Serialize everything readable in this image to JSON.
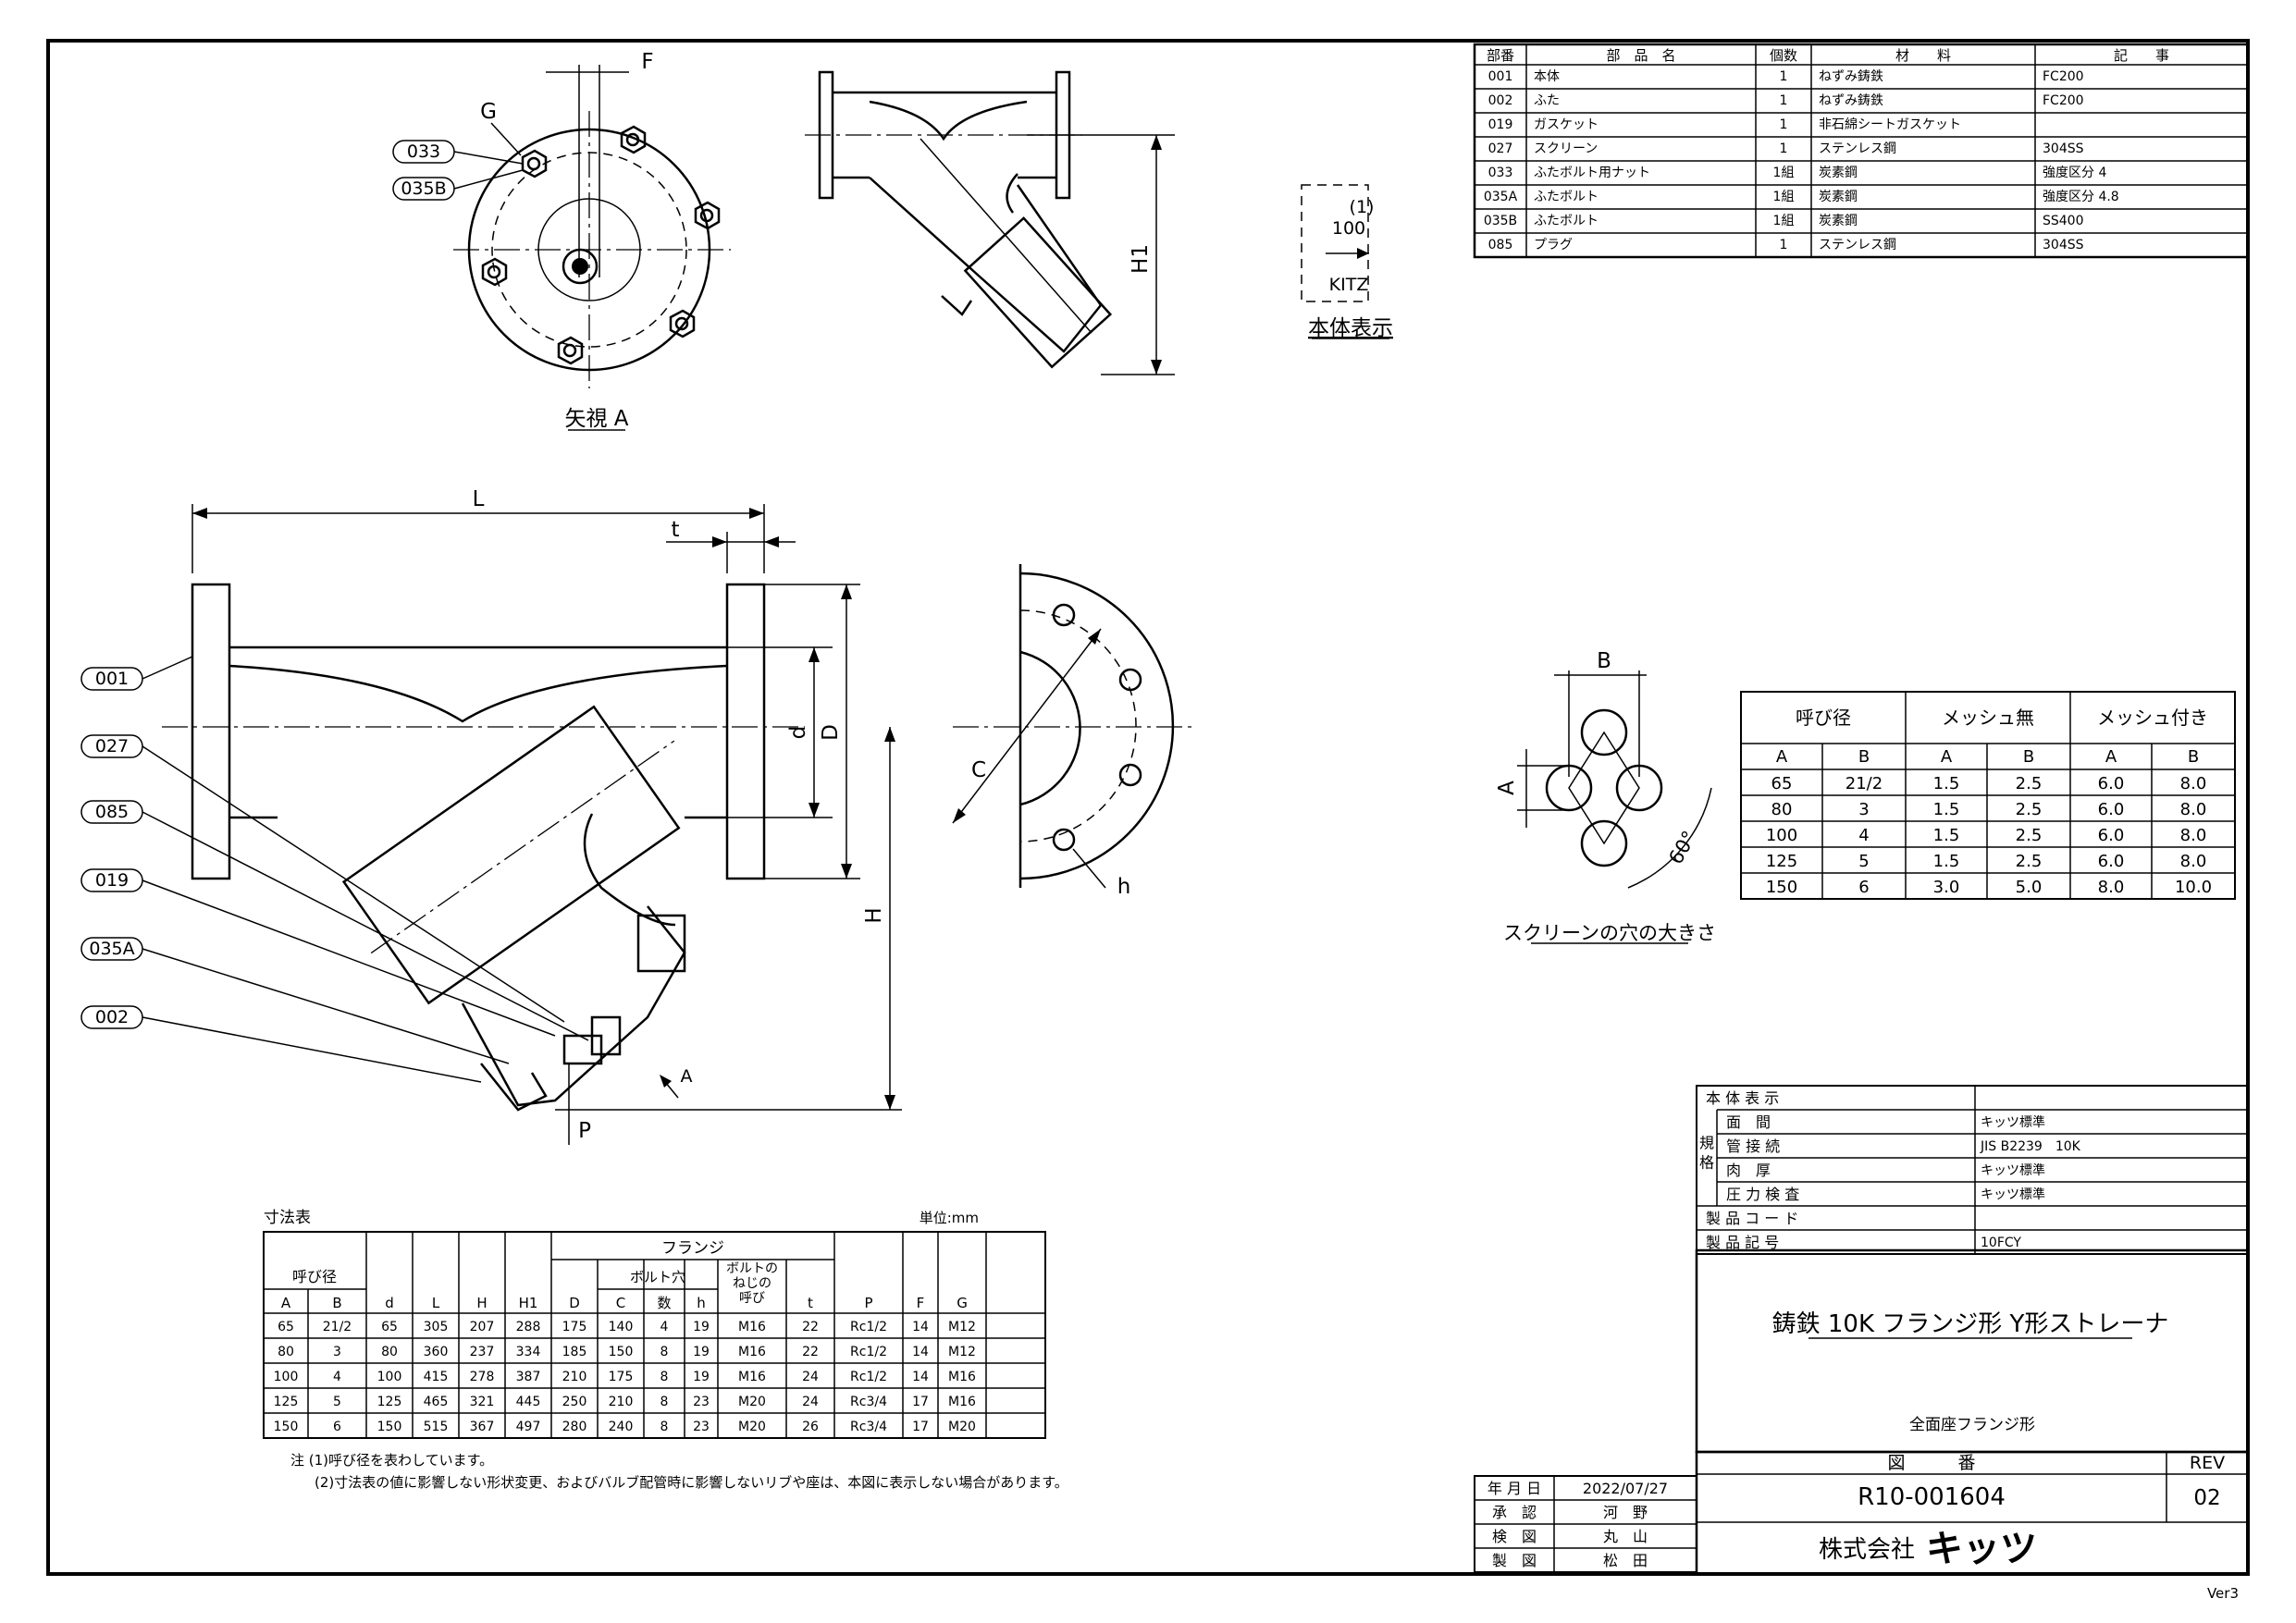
{
  "version_label": "Ver3",
  "parts_table": {
    "headers": [
      "部番",
      "部　品　名",
      "個数",
      "材　　料",
      "記　　事"
    ],
    "rows": [
      [
        "001",
        "本体",
        "1",
        "ねずみ鋳鉄",
        "FC200"
      ],
      [
        "002",
        "ふた",
        "1",
        "ねずみ鋳鉄",
        "FC200"
      ],
      [
        "019",
        "ガスケット",
        "1",
        "非石綿シートガスケット",
        ""
      ],
      [
        "027",
        "スクリーン",
        "1",
        "ステンレス鋼",
        "304SS"
      ],
      [
        "033",
        "ふたボルト用ナット",
        "1組",
        "炭素鋼",
        "強度区分 4"
      ],
      [
        "035A",
        "ふたボルト",
        "1組",
        "炭素鋼",
        "強度区分 4.8"
      ],
      [
        "035B",
        "ふたボルト",
        "1組",
        "炭素鋼",
        "SS400"
      ],
      [
        "085",
        "プラグ",
        "1",
        "ステンレス鋼",
        "304SS"
      ]
    ]
  },
  "body_marking": {
    "note": "(1)",
    "size": "100",
    "brand": "KITZ",
    "caption": "本体表示"
  },
  "view_a": {
    "caption": "矢視 A",
    "dim_f": "F",
    "dim_g": "G",
    "callouts": [
      "033",
      "035B"
    ]
  },
  "top_right_view": {
    "dim_h1": "H1"
  },
  "main_view": {
    "dim_l": "L",
    "dim_t": "t",
    "dim_d_small": "d",
    "dim_d": "D",
    "dim_h": "H",
    "dim_p": "P",
    "arrow_a": "A",
    "callouts": [
      "001",
      "027",
      "085",
      "019",
      "035A",
      "002"
    ]
  },
  "flange_view": {
    "dim_c": "C",
    "dim_h": "h"
  },
  "screen_detail": {
    "dim_b": "B",
    "dim_a": "A",
    "angle": "60°",
    "caption": "スクリーンの穴の大きさ"
  },
  "mesh_table": {
    "group_headers": [
      "呼び径",
      "メッシュ無",
      "メッシュ付き"
    ],
    "sub_headers": [
      "A",
      "B",
      "A",
      "B",
      "A",
      "B"
    ],
    "rows": [
      [
        "65",
        "21/2",
        "1.5",
        "2.5",
        "6.0",
        "8.0"
      ],
      [
        "80",
        "3",
        "1.5",
        "2.5",
        "6.0",
        "8.0"
      ],
      [
        "100",
        "4",
        "1.5",
        "2.5",
        "6.0",
        "8.0"
      ],
      [
        "125",
        "5",
        "1.5",
        "2.5",
        "6.0",
        "8.0"
      ],
      [
        "150",
        "6",
        "3.0",
        "5.0",
        "8.0",
        "10.0"
      ]
    ]
  },
  "dimension_table": {
    "title": "寸法表",
    "unit": "単位:mm",
    "flange_header": "フランジ",
    "bolt_hole_header": "ボルト穴",
    "bolt_thread_header": [
      "ボルトの",
      "ねじの",
      "呼び"
    ],
    "nominal_header": "呼び径",
    "columns": [
      "A",
      "B",
      "d",
      "L",
      "H",
      "H1",
      "D",
      "C",
      "数",
      "h",
      "",
      "t",
      "P",
      "F",
      "G"
    ],
    "rows": [
      [
        "65",
        "21/2",
        "65",
        "305",
        "207",
        "288",
        "175",
        "140",
        "4",
        "19",
        "M16",
        "22",
        "Rc1/2",
        "14",
        "M12"
      ],
      [
        "80",
        "3",
        "80",
        "360",
        "237",
        "334",
        "185",
        "150",
        "8",
        "19",
        "M16",
        "22",
        "Rc1/2",
        "14",
        "M12"
      ],
      [
        "100",
        "4",
        "100",
        "415",
        "278",
        "387",
        "210",
        "175",
        "8",
        "19",
        "M16",
        "24",
        "Rc1/2",
        "14",
        "M16"
      ],
      [
        "125",
        "5",
        "125",
        "465",
        "321",
        "445",
        "250",
        "210",
        "8",
        "23",
        "M20",
        "24",
        "Rc3/4",
        "17",
        "M16"
      ],
      [
        "150",
        "6",
        "150",
        "515",
        "367",
        "497",
        "280",
        "240",
        "8",
        "23",
        "M20",
        "26",
        "Rc3/4",
        "17",
        "M20"
      ]
    ],
    "notes": [
      "注 (1)呼び径を表わしています。",
      "(2)寸法表の値に影響しない形状変更、およびバルブ配管時に影響しないリブや座は、本図に表示しない場合があります。"
    ]
  },
  "spec_block": {
    "rows": [
      [
        "本 体 表 示",
        ""
      ],
      [
        "面　間",
        "キッツ標準"
      ],
      [
        "管 接 続",
        "JIS B2239　10K"
      ],
      [
        "肉　厚",
        "キッツ標準"
      ],
      [
        "圧 力 検 査",
        "キッツ標準"
      ],
      [
        "製 品 コ ー ド",
        ""
      ],
      [
        "製 品 記 号",
        "10FCY"
      ]
    ],
    "side_label": "規格"
  },
  "title_block": {
    "title": "鋳鉄 10K フランジ形 Y形ストレーナ",
    "subtitle": "全面座フランジ形",
    "drawing_number_label": "図　　　番",
    "drawing_number": "R10-001604",
    "rev_label": "REV",
    "rev": "02",
    "company": "株式会社",
    "company_brand": "キッツ",
    "sign_rows": [
      [
        "年 月 日",
        "2022/07/27"
      ],
      [
        "承　認",
        "河　野"
      ],
      [
        "検　図",
        "丸　山"
      ],
      [
        "製　図",
        "松　田"
      ]
    ]
  }
}
